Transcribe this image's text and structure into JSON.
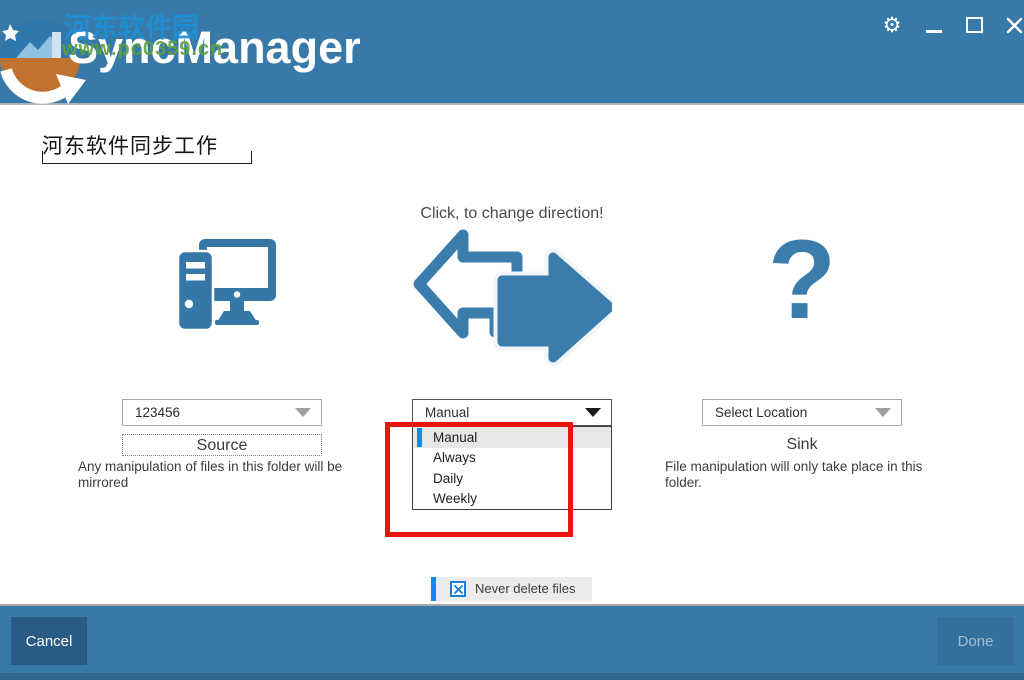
{
  "window": {
    "app_title": "SyncManager",
    "watermark": {
      "site_name": "河东软件园",
      "site_url": "www.pc0359.cn"
    },
    "controls": {
      "settings": "gear",
      "minimize": "_",
      "maximize": "□",
      "close": "✕"
    }
  },
  "page": {
    "doc_title": "河东软件同步工作",
    "direction_hint": "Click, to change direction!"
  },
  "source": {
    "selected_value": "123456",
    "label": "Source",
    "description": "Any manipulation of files in this folder will be mirrored"
  },
  "sync_mode": {
    "selected": "Manual",
    "options": [
      "Manual",
      "Always",
      "Daily",
      "Weekly"
    ]
  },
  "sink": {
    "selected_value": "Select Location",
    "label": "Sink",
    "description": "File manipulation will only take place in this folder."
  },
  "options_row": {
    "never_delete_label": "Never delete files",
    "checked": true
  },
  "footer": {
    "cancel_label": "Cancel",
    "done_label": "Done"
  },
  "colors": {
    "header_blue": "#3779A8",
    "icon_blue": "#3A7DAC",
    "accent_blue": "#0E8CE8",
    "annotation_red": "#E9140B",
    "wm_blue": "#1E8FD5",
    "wm_green": "#5FA03C"
  }
}
